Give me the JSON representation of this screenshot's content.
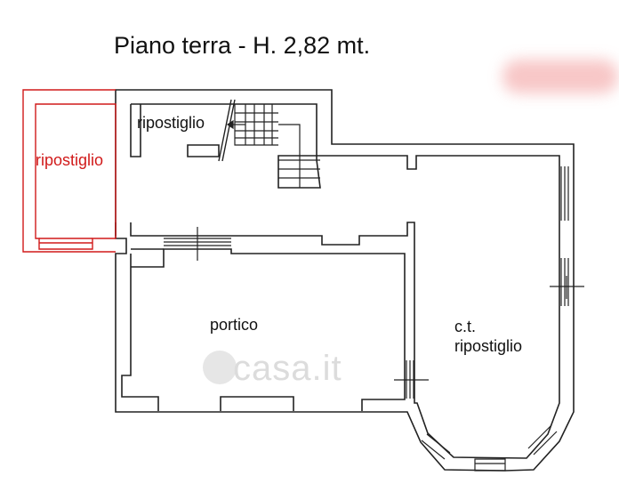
{
  "title": "Piano terra - H. 2,82 mt.",
  "rooms": {
    "annex_storage": "ripostiglio",
    "storage": "ripostiglio",
    "porch": "portico",
    "ct_line1": "c.t.",
    "ct_line2": "ripostiglio"
  },
  "watermark": "casa.it",
  "colors": {
    "walls": "#222222",
    "annex": "#d11a1a",
    "text": "#111111"
  }
}
